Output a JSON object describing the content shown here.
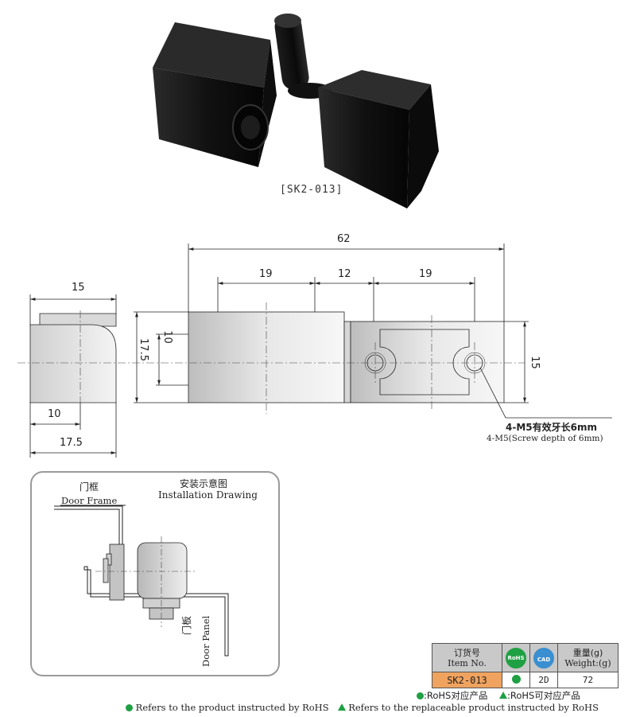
{
  "photo": {
    "caption": "[SK2-013]"
  },
  "dims": {
    "overall_length": "62",
    "seg_left": "19",
    "seg_mid": "12",
    "seg_right": "19",
    "side_width_top": "15",
    "side_inner": "10",
    "side_height": "17.5",
    "front_inner_height": "10",
    "front_height": "17.5",
    "front_height_right": "15",
    "bottom_inner": "10",
    "bottom_total": "17.5"
  },
  "screw_note": {
    "cn": "4-M5有效牙长6mm",
    "en": "4-M5(Screw depth of 6mm)"
  },
  "installation": {
    "title_cn": "安装示意图",
    "title_en": "Installation Drawing",
    "frame_cn": "门框",
    "frame_en": "Door Frame",
    "panel_cn": "门板",
    "panel_en": "Door Panel"
  },
  "spec_table": {
    "item_no_cn": "订货号",
    "item_no_en": "Item No.",
    "rohs_badge": "RoHS",
    "cad_badge": "CAD",
    "weight_cn": "重量(g)",
    "weight_en": "Weight:(g)",
    "item_value": "SK2-013",
    "cad_value": "2D",
    "weight_value": "72"
  },
  "legend": {
    "dot_line": ":RoHS对应产品",
    "tri_line": ":RoHS可对应产品",
    "dot_en": "Refers to the product instructed by RoHS",
    "tri_en": "Refers to the replaceable product instructed by RoHS"
  },
  "colors": {
    "rohs_green": "#1fa043",
    "cad_blue": "#3a8fd0",
    "item_orange": "#f0a35f",
    "header_gray": "#c9c9c9"
  }
}
